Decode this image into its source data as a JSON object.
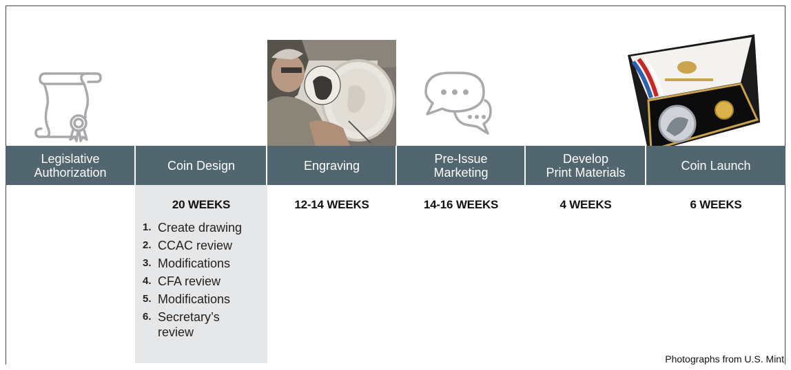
{
  "stages": [
    {
      "label_line1": "Legislative",
      "label_line2": "Authorization",
      "weeks": ""
    },
    {
      "label_line1": "Coin Design",
      "label_line2": "",
      "weeks": "20 WEEKS"
    },
    {
      "label_line1": "Engraving",
      "label_line2": "",
      "weeks": "12-14 WEEKS"
    },
    {
      "label_line1": "Pre-Issue",
      "label_line2": "Marketing",
      "weeks": "14-16 WEEKS"
    },
    {
      "label_line1": "Develop",
      "label_line2": "Print Materials",
      "weeks": "4 WEEKS"
    },
    {
      "label_line1": "Coin Launch",
      "label_line2": "",
      "weeks": "6 WEEKS"
    }
  ],
  "design_steps": [
    {
      "num": "1.",
      "text": "Create drawing"
    },
    {
      "num": "2.",
      "text": "CCAC review"
    },
    {
      "num": "3.",
      "text": "Modifications"
    },
    {
      "num": "4.",
      "text": "CFA review"
    },
    {
      "num": "5.",
      "text": "Modifications"
    },
    {
      "num": "6.",
      "text_line1": "Secretary’s",
      "text_line2": "review"
    }
  ],
  "credit": "Photographs from U.S. Mint",
  "icons": [
    "scroll-icon",
    "chat-bubbles-icon"
  ],
  "images": [
    "engraver-photo",
    "coin-set-photo"
  ],
  "colors": {
    "bar": "#52666f",
    "panel": "#e6e7e8",
    "icon": "#a7a9ac"
  }
}
